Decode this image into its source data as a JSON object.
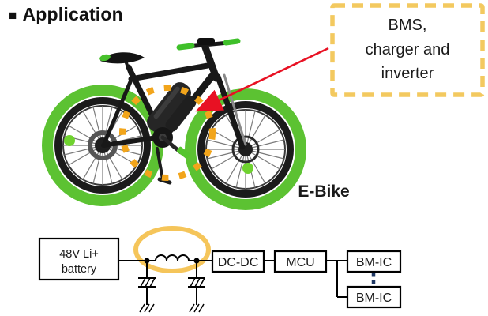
{
  "title": {
    "bullet": "■",
    "label": "Application"
  },
  "scene": {
    "caption": "E-Bike",
    "callout": {
      "lines": [
        "BMS,",
        "charger and",
        "inverter"
      ]
    }
  },
  "circuit": {
    "battery_label_lines": [
      "48V Li+",
      "battery"
    ],
    "blocks": {
      "dcdc": "DC-DC",
      "mcu": "MCU",
      "bmic_top": "BM-IC",
      "bmic_bottom": "BM-IC"
    }
  },
  "colors": {
    "callout_border_gold": "#F3C95F",
    "highlight_ring_orange": "#F2A51B",
    "inductor_highlight_gold": "#F5C55A",
    "arrow_red": "#E81123",
    "daisy_chain_navy": "#1F3864",
    "bike_green": "#5CC232",
    "frame_black": "#181818"
  }
}
